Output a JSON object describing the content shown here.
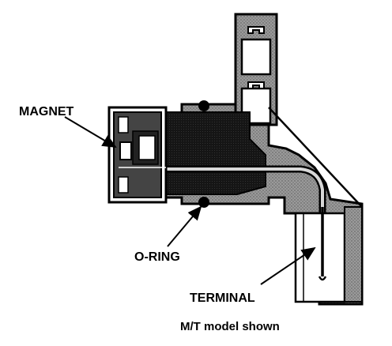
{
  "labels": {
    "magnet": "MAGNET",
    "o_ring": "O-RING",
    "terminal": "TERMINAL"
  },
  "caption": "M/T model shown",
  "colors": {
    "ink": "#000000",
    "body_fill": "#8a8a8a",
    "core_fill": "#1a1a1a",
    "paper": "#ffffff"
  }
}
